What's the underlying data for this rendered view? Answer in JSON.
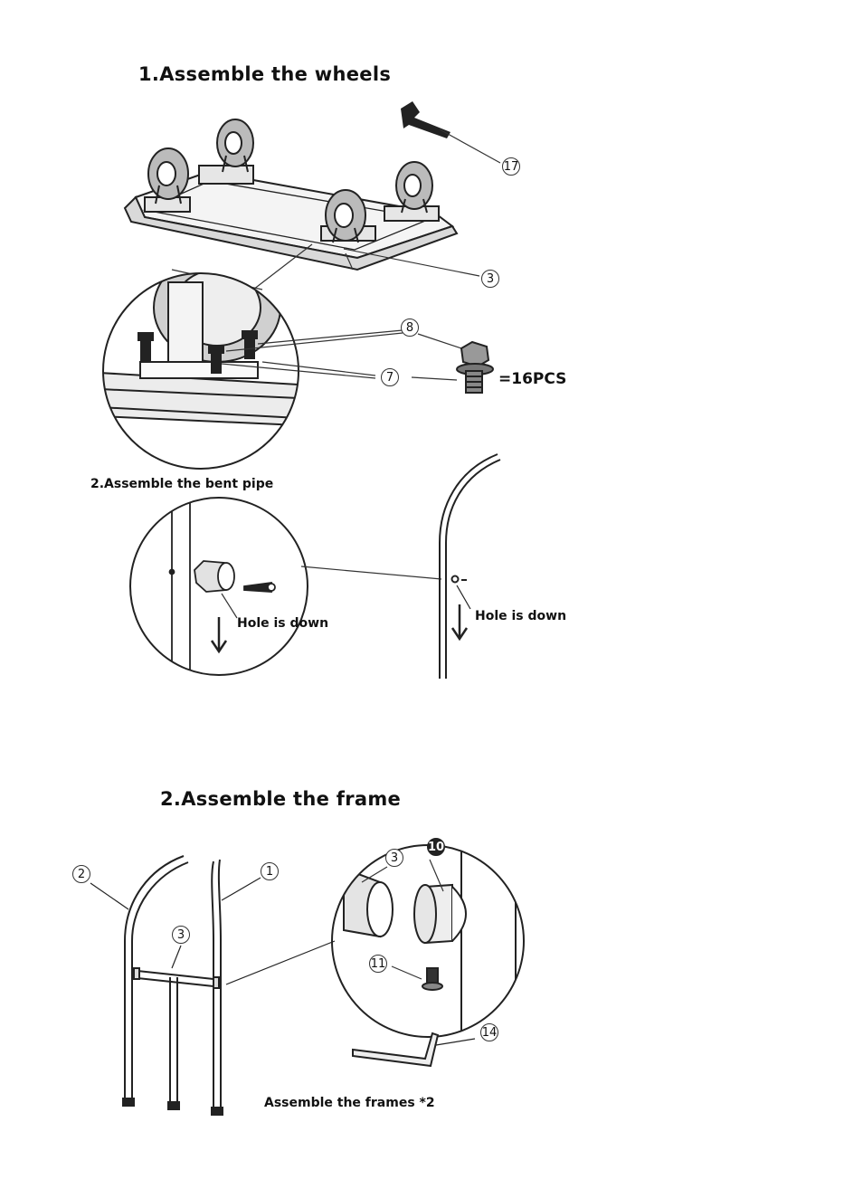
{
  "step1": {
    "title": "1.Assemble the wheels",
    "qty": "=16PCS"
  },
  "step2a": {
    "title": "2.Assemble the bent pipe",
    "note_left": "Hole is down",
    "note_right": "Hole is down"
  },
  "step2b": {
    "title": "2.Assemble the frame",
    "caption": "Assemble the frames *2"
  },
  "callouts": {
    "wrench": "17",
    "cart": "3",
    "washer_bolt": "8",
    "bolt": "7",
    "pipe_left": "2",
    "pipe_right": "1",
    "crossbar": "3",
    "tube": "3",
    "connector": "10",
    "screw": "11",
    "hex_key": "14"
  },
  "icons": [
    "wrench-icon",
    "hex-key-icon",
    "down-arrow-icon"
  ]
}
